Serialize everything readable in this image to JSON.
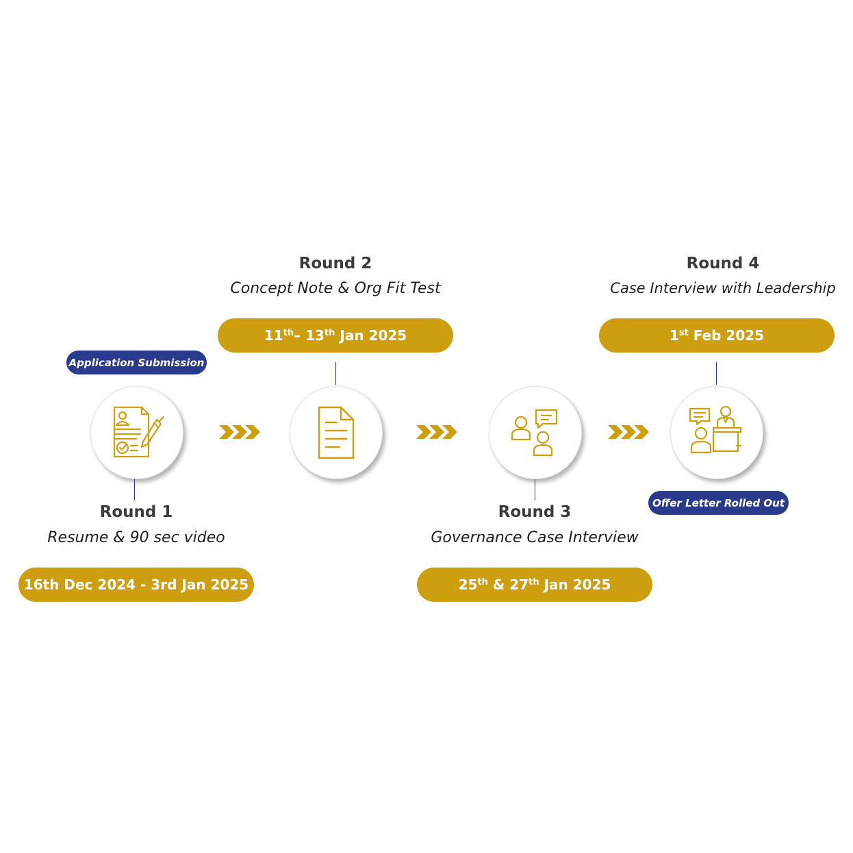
{
  "colors": {
    "gold": "#cc9e10",
    "navy": "#2a3a8c",
    "text": "#3b3b3b"
  },
  "stage1": {
    "badge": "Application Submission",
    "title": "Round 1",
    "subtitle": "Resume & 90 sec video",
    "date": "16th Dec 2024 - 3rd Jan 2025",
    "icon": "resume-form-pen-icon"
  },
  "stage2": {
    "title": "Round 2",
    "subtitle": "Concept Note & Org Fit Test",
    "date": {
      "d1": "11",
      "s1": "th",
      "mid": "– 13",
      "s2": "th",
      "tail": " Jan 2025"
    },
    "icon": "document-icon"
  },
  "stage3": {
    "title": "Round 3",
    "subtitle": "Governance Case Interview",
    "date": {
      "d1": "25",
      "s1": "th",
      "mid": " & 27",
      "s2": "th",
      "tail": " Jan 2025"
    },
    "icon": "conversation-people-icon"
  },
  "stage4": {
    "title": "Round 4",
    "subtitle": "Case Interview with Leadership",
    "date": {
      "d1": "1",
      "s1": "st",
      "tail": " Feb 2025"
    },
    "badge": "Offer Letter Rolled Out",
    "icon": "leadership-interview-desk-icon"
  },
  "connector_icon": "triple-chevron-right-icon"
}
